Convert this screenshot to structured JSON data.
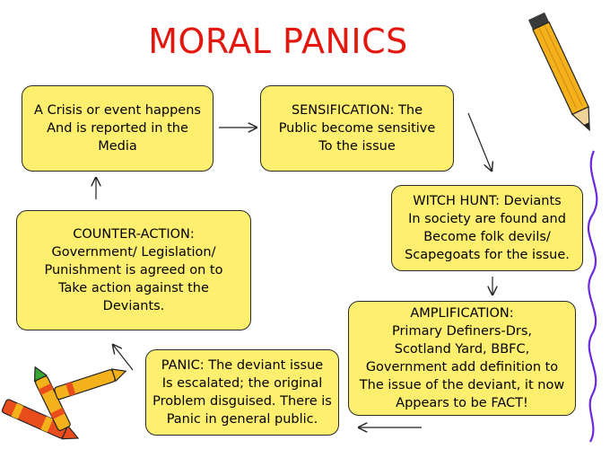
{
  "title": "MORAL PANICS",
  "boxes": {
    "crisis": "A Crisis or event happens\nAnd is reported in the\nMedia",
    "sensification": "SENSIFICATION: The\nPublic become sensitive\nTo the issue",
    "witch_hunt": "WITCH HUNT: Deviants\nIn society are found and\nBecome folk devils/\nScapegoats for the issue.",
    "amplification": "AMPLIFICATION:\nPrimary Definers-Drs,\nScotland Yard, BBFC,\nGovernment add definition to\nThe issue of the deviant, it now\nAppears to be FACT!",
    "panic": "PANIC: The deviant issue\nIs escalated; the original\nProblem disguised. There is\nPanic in general public.",
    "counter_action": "COUNTER-ACTION:\nGovernment/ Legislation/\nPunishment is agreed on to\nTake action against the\nDeviants."
  },
  "colors": {
    "title": "#e3170d",
    "box_fill": "#ffef6e",
    "border": "#2a2a2a",
    "accent_line": "#6a28e0"
  },
  "decorations": [
    "pencil-icon",
    "crayons-icon",
    "purple-squiggle-line"
  ]
}
